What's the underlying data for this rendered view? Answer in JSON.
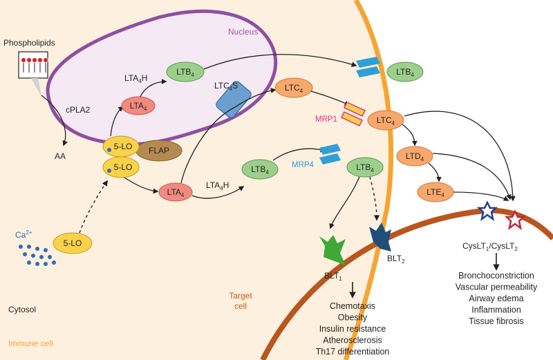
{
  "colors": {
    "immune_cell_fill": "#fdf0df",
    "membrane": "#f6a533",
    "nucleus_fill": "#f5e9f4",
    "nucleus_border": "#8e4fa1",
    "ltb4_fill": "#9ccf8c",
    "lta4_fill": "#ef8b80",
    "ltc4_fill": "#f7a86c",
    "five_lo_fill": "#f8d24a",
    "flap_fill": "#b58a52",
    "target_membrane": "#b8561d",
    "transporter_blue": "#2f9fd8",
    "mrp1_pink": "#e2318b",
    "blt1_green": "#3fa838",
    "blt2_navy": "#1f4e79",
    "calcium_blue": "#2f6db5"
  },
  "labels": {
    "phospholipids": "Phospholipids",
    "nucleus": "Nucleus",
    "cpla2": "cPLA2",
    "aa": "AA",
    "five_lo": "5-LO",
    "flap": "FLAP",
    "lta4h": "LTA",
    "lta4h_sub": "4",
    "lta4h_suffix": "H",
    "ltc4s": "LTC",
    "ltc4s_sub": "4",
    "ltc4s_suffix": "S",
    "lt_b": "LTB",
    "lt_a": "LTA",
    "lt_c": "LTC",
    "lt_d": "LTD",
    "lt_e": "LTE",
    "sub4": "4",
    "mrp1": "MRP1",
    "mrp4": "MRP4",
    "calcium": "Ca",
    "calcium_sup": "2+",
    "cytosol": "Cytosol",
    "immune_cell": "Immune cell",
    "target_cell_1": "Target",
    "target_cell_2": "cell",
    "blt1": "BLT",
    "blt1_sub": "1",
    "blt2": "BLT",
    "blt2_sub": "2",
    "cyslt": "CysLT",
    "cyslt_sub1": "1",
    "cyslt_slash": "/CysLT",
    "cyslt_sub2": "2"
  },
  "blt1_outcomes": [
    "Chemotaxis",
    "Obesity",
    "Insulin resistance",
    "Atherosclerosis",
    "Th17 differentiation"
  ],
  "cyslt_outcomes": [
    "Bronchoconstriction",
    "Vascular permeability",
    "Airway edema",
    "Inflammation",
    "Tissue fibrosis"
  ]
}
